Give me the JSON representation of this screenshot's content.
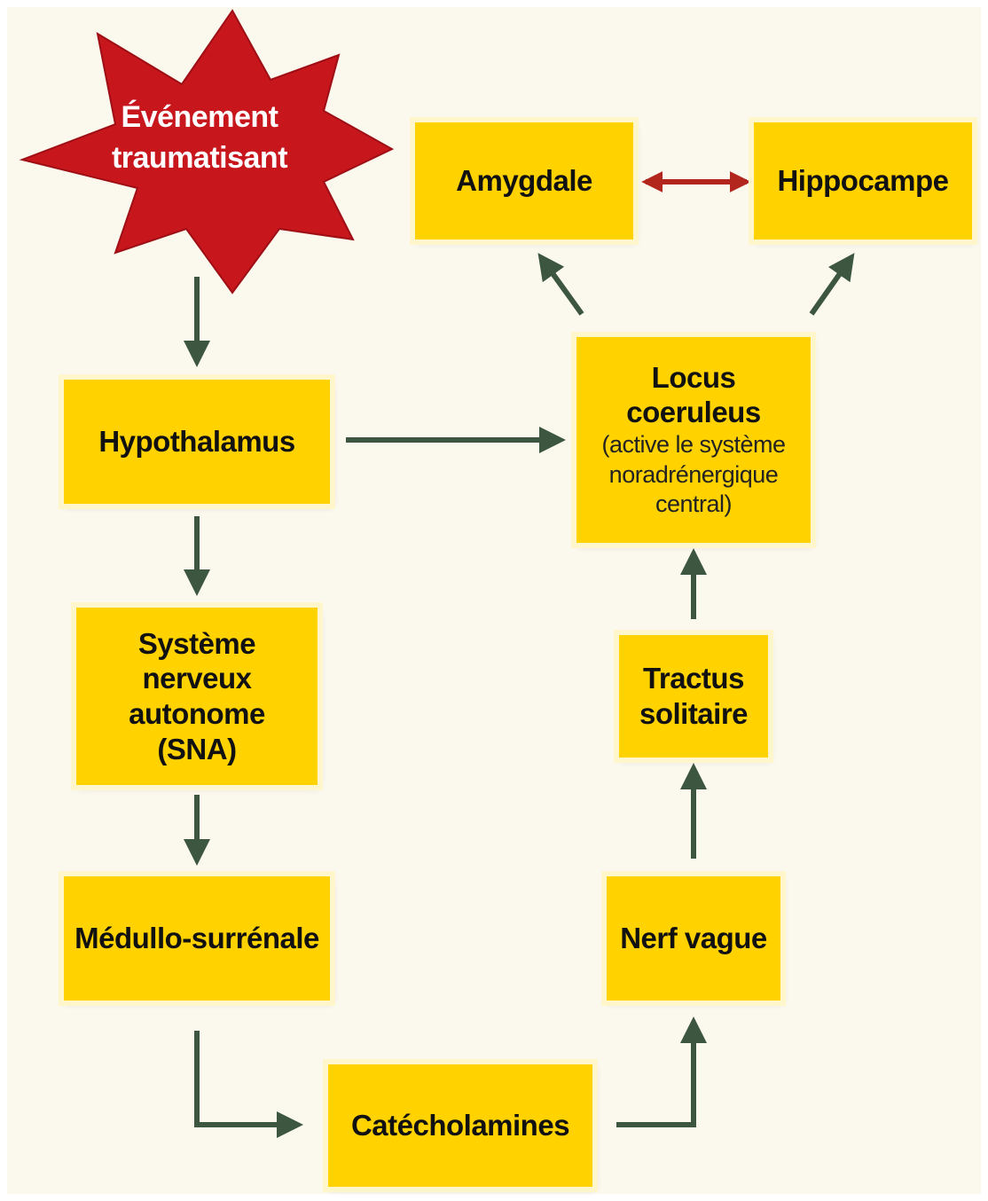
{
  "colors": {
    "box": "#ffd200",
    "arrow": "#3d5640",
    "star": "#c8161d",
    "double_arrow": "#b3261e",
    "background": "#fbf8ee"
  },
  "nodes": {
    "event": {
      "line1": "Événement",
      "line2": "traumatisant"
    },
    "hypothalamus": "Hypothalamus",
    "sna": {
      "line1": "Système nerveux",
      "line2": "autonome",
      "line3": "(SNA)"
    },
    "medullo": "Médullo-surrénale",
    "catecholamines": "Catécholamines",
    "nerf_vague": "Nerf vague",
    "tractus": {
      "line1": "Tractus",
      "line2": "solitaire"
    },
    "locus": {
      "title": "Locus coeruleus",
      "sub1": "(active le système",
      "sub2": "noradrénergique",
      "sub3": "central)"
    },
    "amygdale": "Amygdale",
    "hippocampe": "Hippocampe"
  },
  "edges": [
    {
      "from": "event",
      "to": "hypothalamus"
    },
    {
      "from": "hypothalamus",
      "to": "locus"
    },
    {
      "from": "hypothalamus",
      "to": "sna"
    },
    {
      "from": "sna",
      "to": "medullo"
    },
    {
      "from": "medullo",
      "to": "catecholamines"
    },
    {
      "from": "catecholamines",
      "to": "nerf_vague"
    },
    {
      "from": "nerf_vague",
      "to": "tractus"
    },
    {
      "from": "tractus",
      "to": "locus"
    },
    {
      "from": "locus",
      "to": "amygdale"
    },
    {
      "from": "locus",
      "to": "hippocampe"
    },
    {
      "from": "amygdale",
      "to": "hippocampe",
      "bidirectional": true
    }
  ]
}
